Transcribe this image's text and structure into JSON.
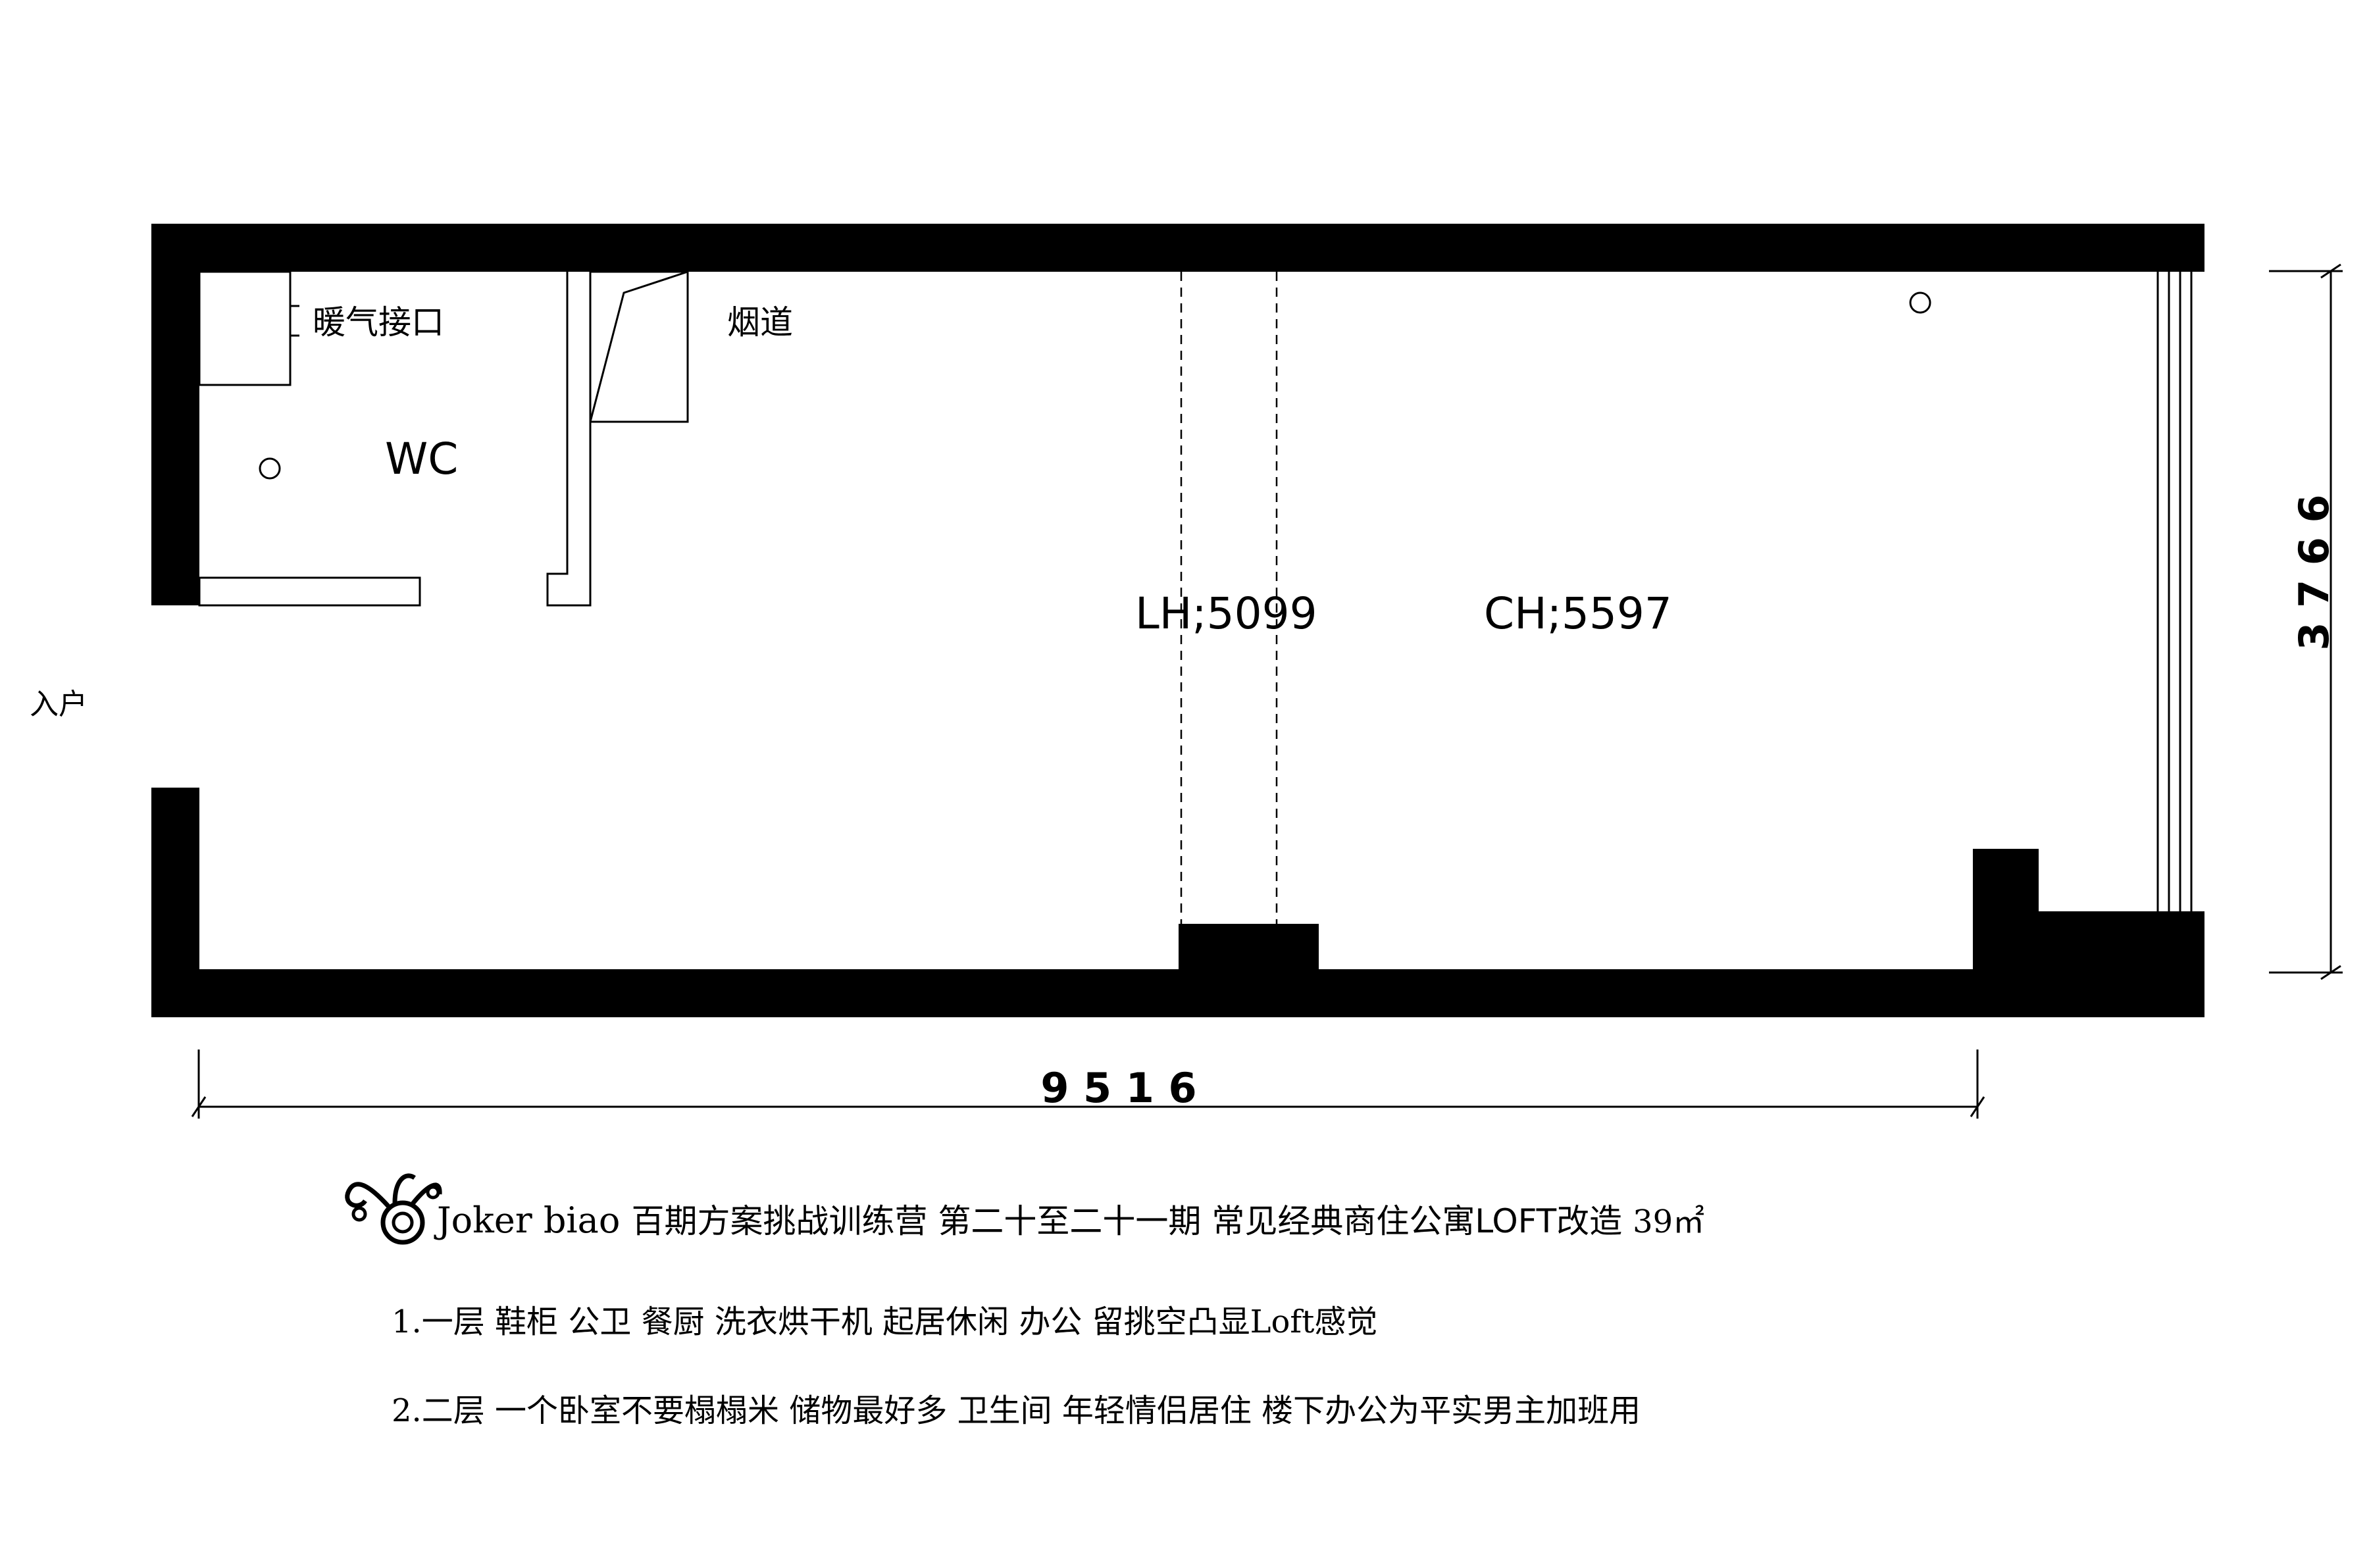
{
  "labels": {
    "heating_port": "暖气接口",
    "flue": "烟道",
    "wc": "WC",
    "entrance": "入户",
    "lh": "LH;5099",
    "ch": "CH;5597"
  },
  "dimensions": {
    "width": "9 5 1 6",
    "depth": "3 7 6 6"
  },
  "caption": {
    "brand": "Joker biao",
    "title": "百期方案挑战训练营 第二十至二十一期  常见经典商住公寓LOFT改造",
    "area": "39㎡"
  },
  "requirements": [
    "1.一层 鞋柜 公卫 餐厨 洗衣烘干机 起居休闲 办公 留挑空凸显Loft感觉",
    "2.二层 一个卧室不要榻榻米 储物最好多 卫生间 年轻情侣居住 楼下办公为平实男主加班用"
  ],
  "colors": {
    "wall": "#000000",
    "background": "#ffffff"
  }
}
